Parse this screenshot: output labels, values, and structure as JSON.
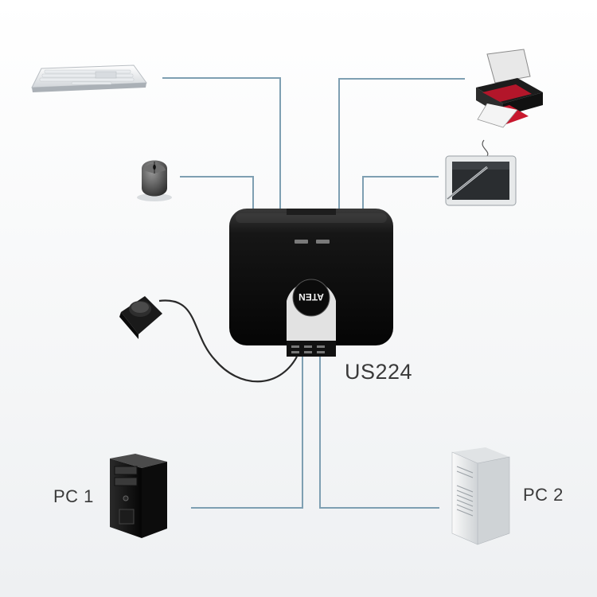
{
  "diagram": {
    "model": "US224",
    "pc1": "PC 1",
    "pc2": "PC 2",
    "brand": "ATEN",
    "colors": {
      "cable": "#7e9fb2",
      "device": "#111111",
      "printer_accent": "#b3162a"
    },
    "icons": [
      "keyboard-icon",
      "mouse-icon",
      "printer-icon",
      "drawing-tablet-icon",
      "remote-button-icon",
      "tower-pc-icon",
      "workstation-pc-icon"
    ]
  }
}
